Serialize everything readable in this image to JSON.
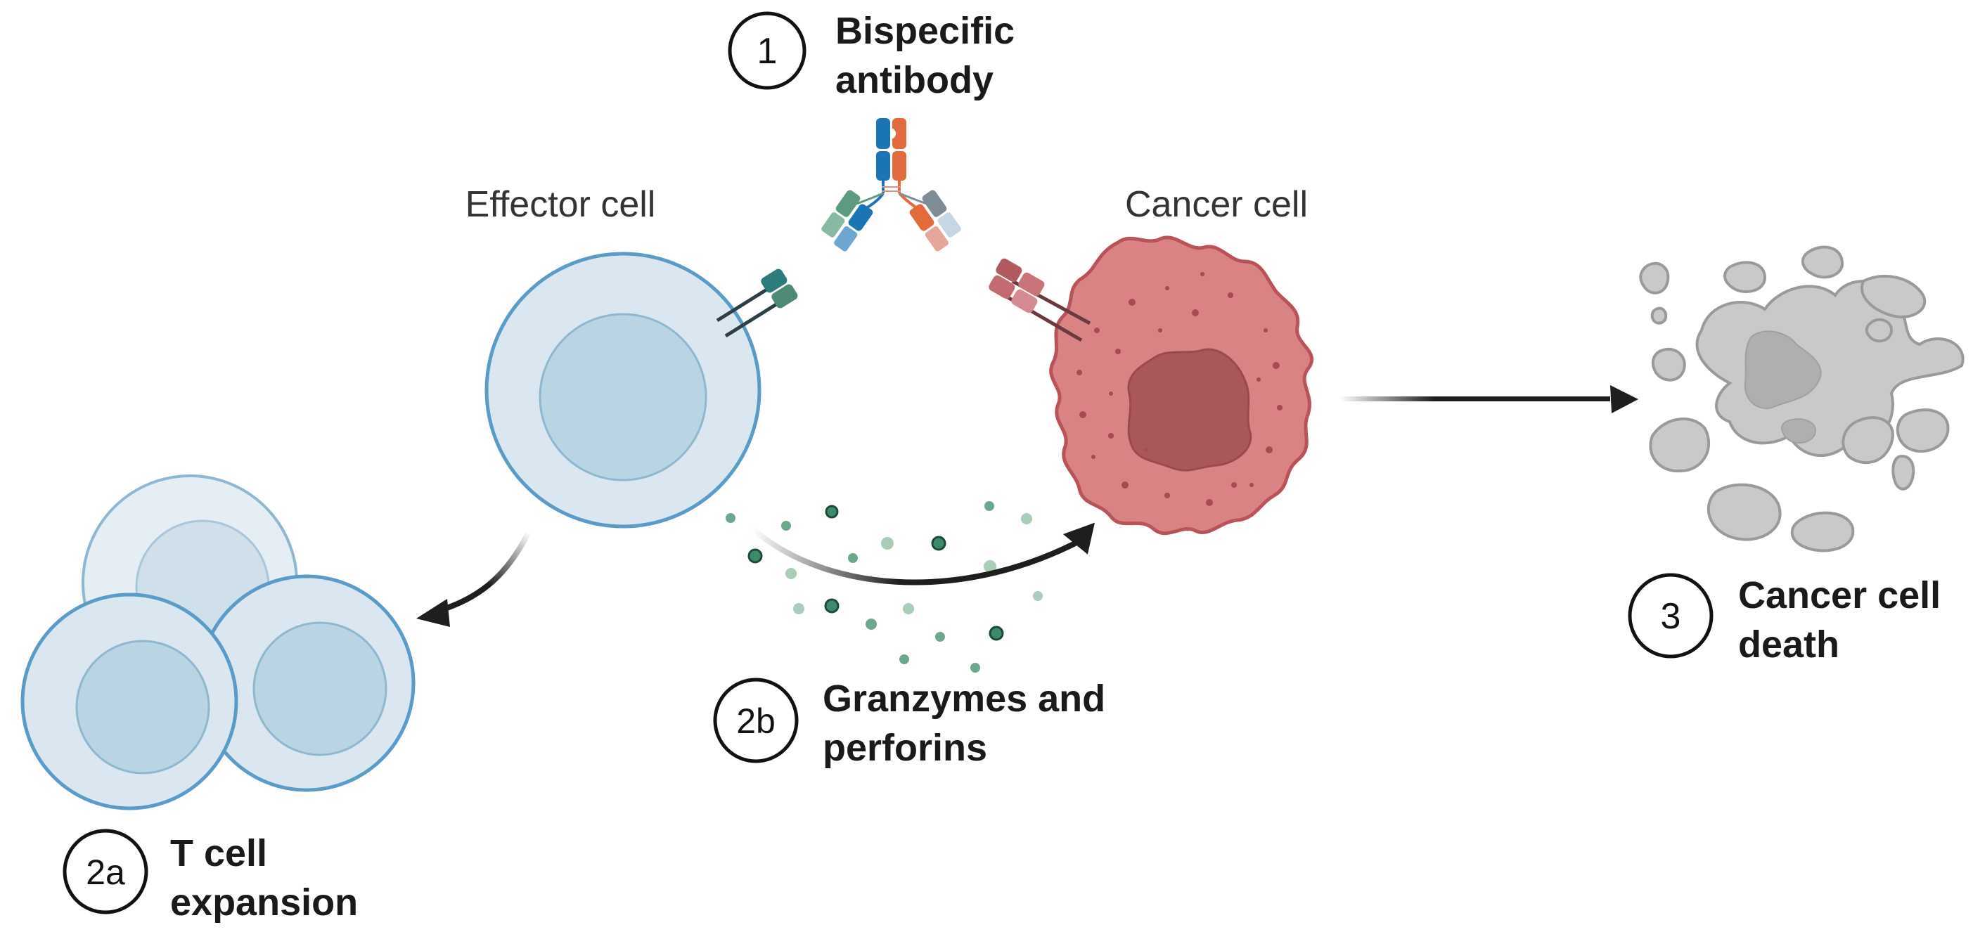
{
  "steps": {
    "step1": {
      "number": "1",
      "line1": "Bispecific",
      "line2": "antibody"
    },
    "step2a": {
      "number": "2a",
      "line1": "T cell",
      "line2": "expansion"
    },
    "step2b": {
      "number": "2b",
      "line1": "Granzymes and",
      "line2": "perforins"
    },
    "step3": {
      "number": "3",
      "line1": "Cancer cell",
      "line2": "death"
    }
  },
  "cells": {
    "effector": {
      "label": "Effector cell"
    },
    "cancer": {
      "label": "Cancer cell"
    }
  },
  "colors": {
    "effector_fill": "#dbe7f0",
    "effector_stroke": "#5b9bc7",
    "effector_nucleus": "#b9d5e4",
    "cancer_fill": "#d98385",
    "cancer_stroke": "#b9535a",
    "cancer_nucleus": "#a9575a",
    "dead_fill": "#c9c9c9",
    "dead_stroke": "#999999",
    "granule_dark": "#3f8a6b",
    "granule_light": "#a9cdb9",
    "arrow": "#1e1e1e",
    "ab_blue": "#1b74b3",
    "ab_orange": "#e26a3d",
    "ab_green": "#5e9a80",
    "ab_grey": "#7f8c96"
  }
}
